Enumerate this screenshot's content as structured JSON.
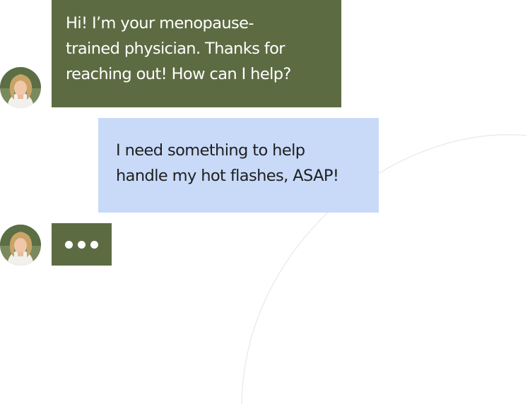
{
  "conversation": {
    "messages": [
      {
        "sender": "physician",
        "text": "Hi! I’m your menopause-\ntrained physician. Thanks for\nreaching out! How can I help?"
      },
      {
        "sender": "user",
        "text": "I need something to help\nhandle my hot flashes, ASAP!"
      }
    ],
    "typing_indicator": {
      "sender": "physician",
      "dots": 3
    }
  },
  "colors": {
    "physician_bubble": "#5d6b42",
    "user_bubble": "#c8daf8",
    "physician_text": "#ffffff",
    "user_text": "#1f1f1f"
  },
  "icons": {
    "avatar": "physician-avatar-photo",
    "typing": "typing-dots-icon"
  }
}
